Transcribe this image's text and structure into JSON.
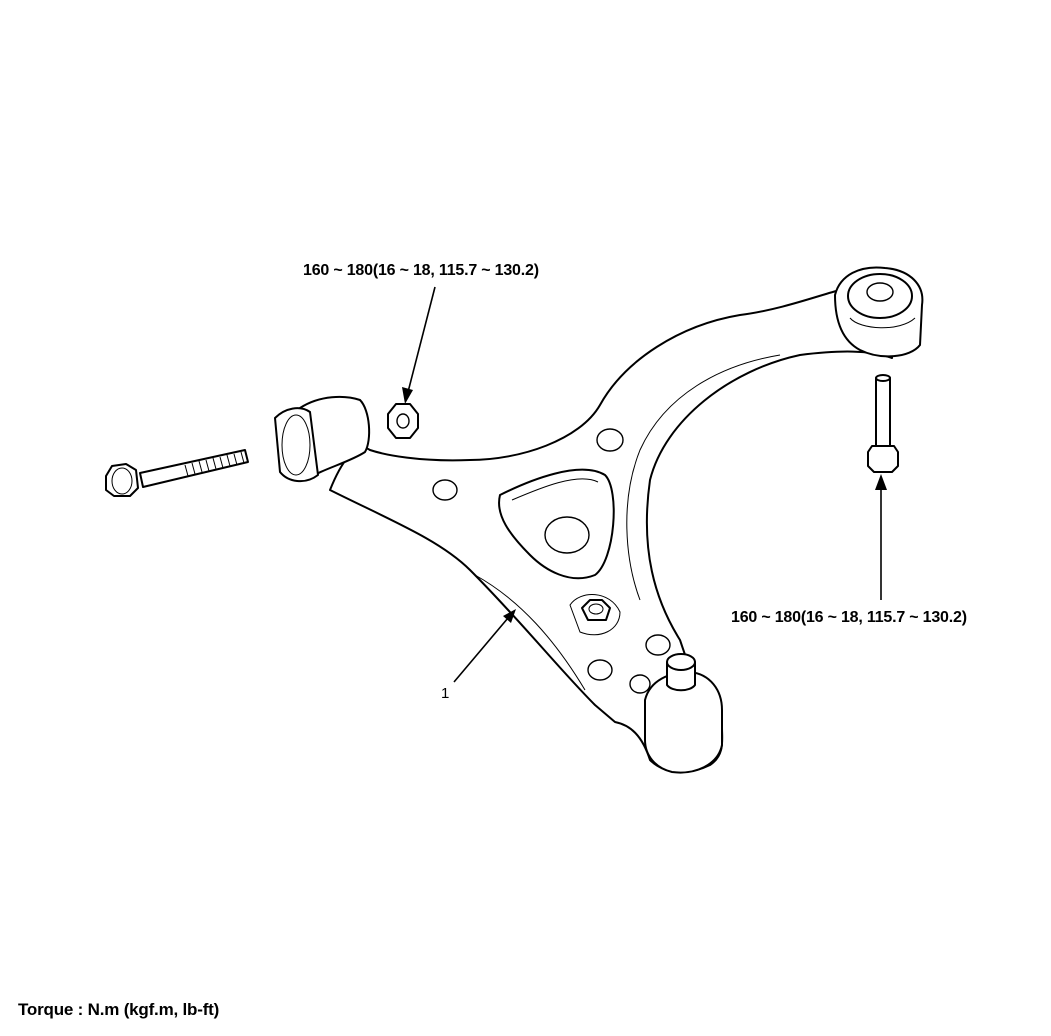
{
  "labels": {
    "torque_top": "160 ~ 180(16 ~ 18, 115.7 ~ 130.2)",
    "torque_right": "160 ~ 180(16 ~ 18, 115.7 ~ 130.2)",
    "callout_1": "1",
    "torque_legend": "Torque : N.m (kgf.m, lb-ft)"
  },
  "colors": {
    "line": "#000000",
    "background": "#ffffff"
  }
}
